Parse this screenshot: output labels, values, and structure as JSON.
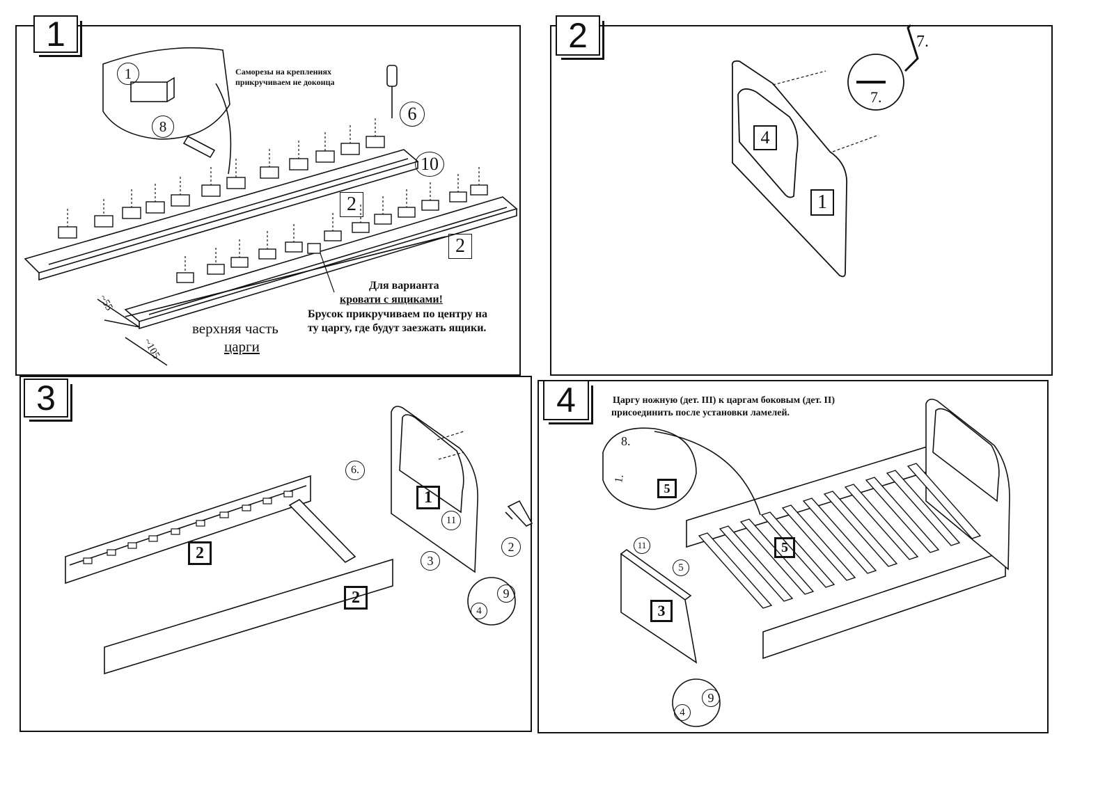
{
  "steps": [
    {
      "number": "1"
    },
    {
      "number": "2"
    },
    {
      "number": "3"
    },
    {
      "number": "4"
    }
  ],
  "step1": {
    "note_top": [
      "Саморезы на креплениях",
      "прикручиваем не доконца"
    ],
    "note_drawer_line1": "Для варианта",
    "note_drawer_line2": "кровати с ящиками!",
    "note_drawer_line3": "Брусок прикручиваем по центру на",
    "note_drawer_line4": "ту царгу, где будут заезжать  ящики.",
    "label_top_part": "верхняя часть",
    "label_tsargi": "царги",
    "dim_55": "~55",
    "dim_105": "~105",
    "callouts": [
      "1",
      "8",
      "6",
      "10",
      "2",
      "2"
    ]
  },
  "step2": {
    "callouts": [
      "7.",
      "7.",
      "4",
      "1"
    ]
  },
  "step3": {
    "callouts": [
      "6.",
      "1",
      "11",
      "2",
      "3",
      "2",
      "2",
      "9",
      "4"
    ]
  },
  "step4": {
    "note_line1": "Царгу ножную (дет. III) к царгам боковым (дет. II)",
    "note_line2": "присоединить после  установки ламелей.",
    "callouts": [
      "8.",
      "1.",
      "5",
      "5",
      "11",
      "5",
      "3",
      "9",
      "4"
    ]
  }
}
